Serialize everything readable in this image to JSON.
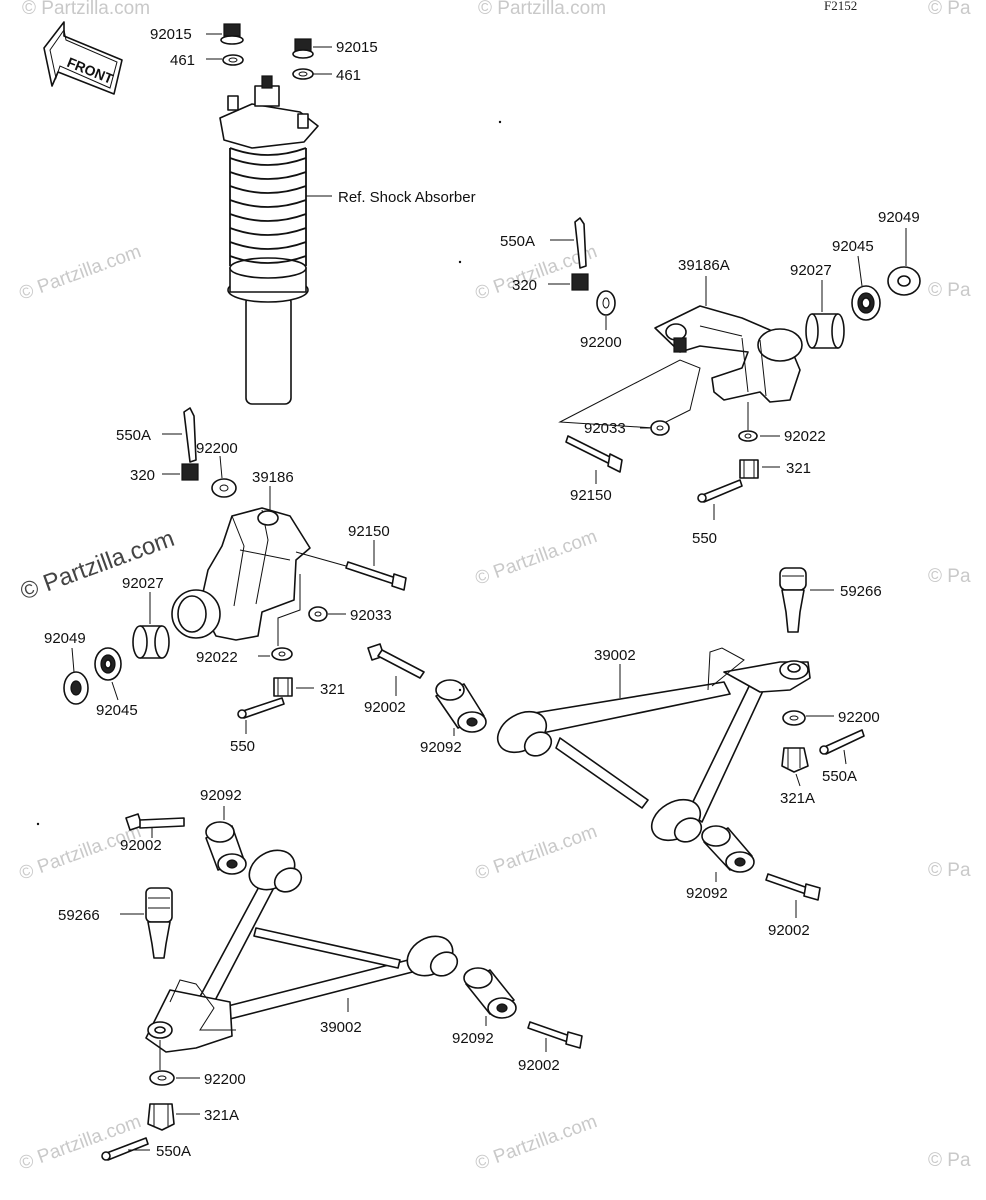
{
  "diagram_code": "F2152",
  "front_label": "FRONT",
  "watermark": "© Partzilla.com",
  "watermark_partial": "© Pa",
  "labels": {
    "nut_92015_left": "92015",
    "washer_461_left": "461",
    "nut_92015_right": "92015",
    "washer_461_right": "461",
    "shock_ref": "Ref. Shock Absorber",
    "pin_550A_r": "550A",
    "nut_320_r": "320",
    "washer_92200_r": "92200",
    "knuckle_39186A": "39186A",
    "collar_92027_r": "92027",
    "bearing_92045_r": "92045",
    "seal_92049_r": "92049",
    "washer_92033_r": "92033",
    "washer_92022_r": "92022",
    "bolt_92150_r": "92150",
    "nut_321_r": "321",
    "pin_550_r": "550",
    "pin_550A_l": "550A",
    "washer_92200_l": "92200",
    "nut_320_l": "320",
    "knuckle_39186": "39186",
    "bolt_92150_l": "92150",
    "collar_92027_l": "92027",
    "washer_92033_l": "92033",
    "seal_92049_l": "92049",
    "washer_92022_l": "92022",
    "bearing_92045_l": "92045",
    "nut_321_l": "321",
    "pin_550_l": "550",
    "bolt_92002_a": "92002",
    "bush_92092_a": "92092",
    "arm_39002_upper": "39002",
    "joint_59266_r": "59266",
    "washer_92200_ar": "92200",
    "pin_550A_ar": "550A",
    "nut_321A_r": "321A",
    "bush_92092_b": "92092",
    "bolt_92002_b": "92002",
    "bolt_92002_c": "92002",
    "bush_92092_c": "92092",
    "joint_59266_l": "59266",
    "arm_39002_lower": "39002",
    "bush_92092_d": "92092",
    "bolt_92002_d": "92002",
    "washer_92200_al": "92200",
    "nut_321A_l": "321A",
    "pin_550A_al": "550A"
  }
}
